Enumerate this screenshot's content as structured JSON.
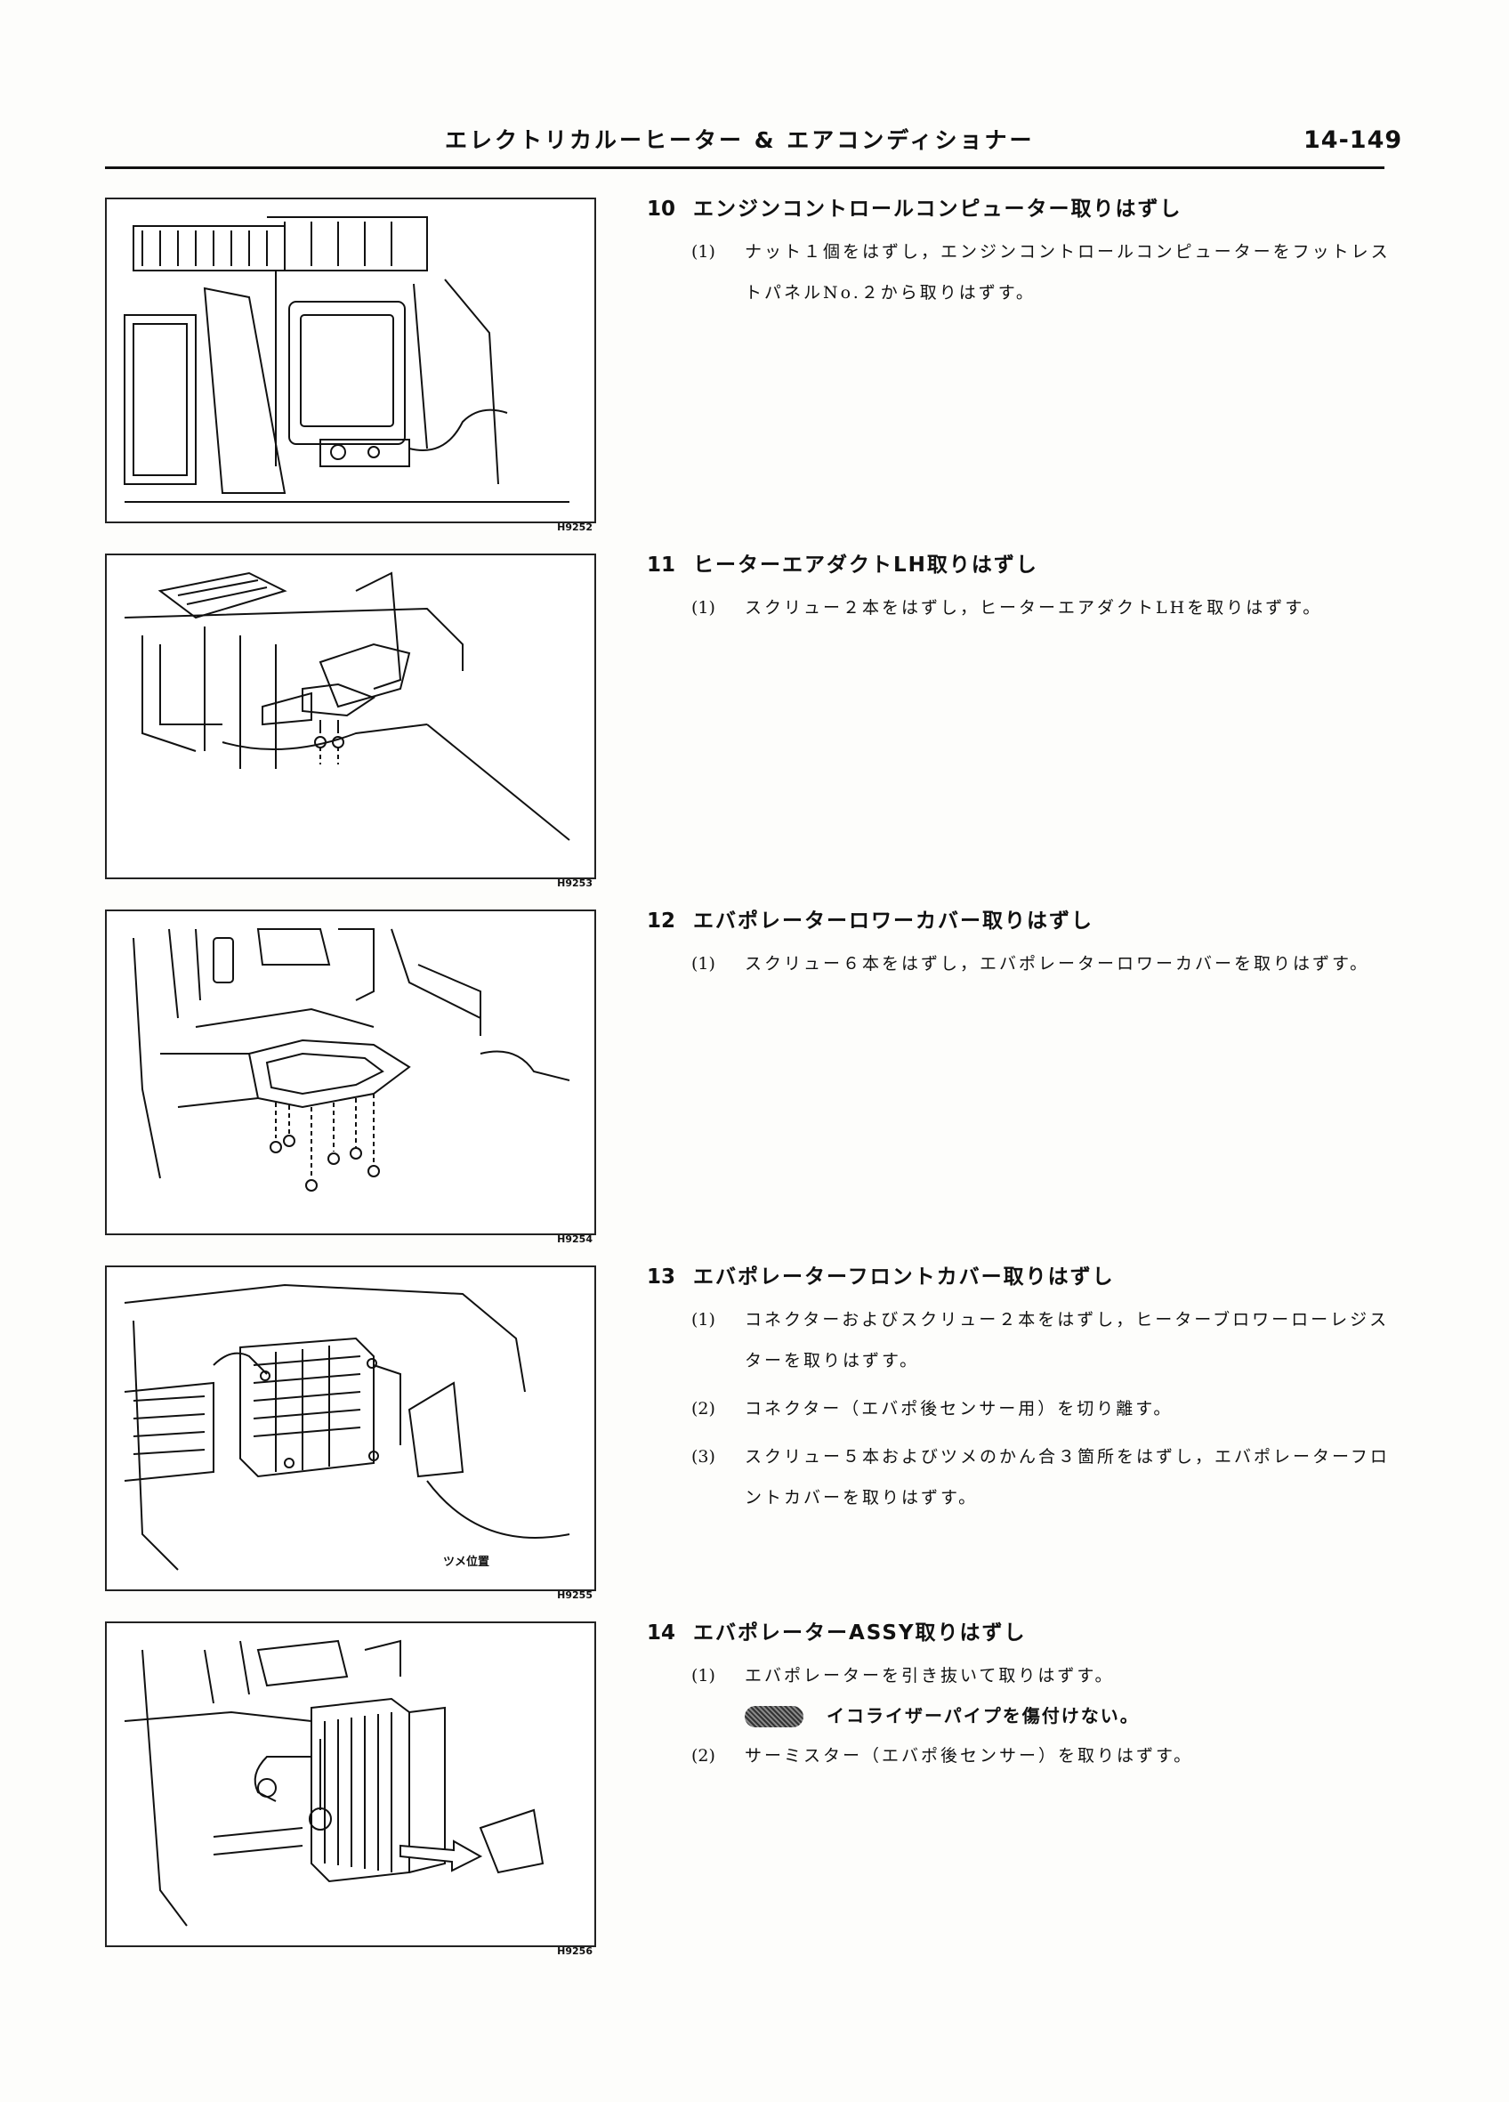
{
  "header": {
    "title": "エレクトリカルーヒーター & エアコンディショナー",
    "page_number": "14-149"
  },
  "figures": [
    {
      "code": "H9252"
    },
    {
      "code": "H9253"
    },
    {
      "code": "H9254"
    },
    {
      "code": "H9255",
      "note": "ツメ位置"
    },
    {
      "code": "H9256"
    }
  ],
  "steps": [
    {
      "number": "10",
      "title": "エンジンコントロールコンピューター取りはずし",
      "items": [
        {
          "mark": "(1)",
          "text": "ナット１個をはずし，エンジンコントロールコンピューターをフットレストパネルNo.２から取りはずす。"
        }
      ]
    },
    {
      "number": "11",
      "title": "ヒーターエアダクトLH取りはずし",
      "items": [
        {
          "mark": "(1)",
          "text": "スクリュー２本をはずし，ヒーターエアダクトLHを取りはずす。"
        }
      ]
    },
    {
      "number": "12",
      "title": "エバポレーターロワーカバー取りはずし",
      "items": [
        {
          "mark": "(1)",
          "text": "スクリュー６本をはずし，エバポレーターロワーカバーを取りはずす。"
        }
      ]
    },
    {
      "number": "13",
      "title": "エバポレーターフロントカバー取りはずし",
      "items": [
        {
          "mark": "(1)",
          "text": "コネクターおよびスクリュー２本をはずし，ヒーターブロワーローレジスターを取りはずす。"
        },
        {
          "mark": "(2)",
          "text": "コネクター（エバポ後センサー用）を切り離す。"
        },
        {
          "mark": "(3)",
          "text": "スクリュー５本およびツメのかん合３箇所をはずし，エバポレーターフロントカバーを取りはずす。"
        }
      ]
    },
    {
      "number": "14",
      "title": "エバポレーターASSY取りはずし",
      "items": [
        {
          "mark": "(1)",
          "text": "エバポレーターを引き抜いて取りはずす。"
        },
        {
          "mark": "(2)",
          "text": "サーミスター（エバポ後センサー）を取りはずす。"
        }
      ],
      "caution": "イコライザーパイプを傷付けない。"
    }
  ]
}
